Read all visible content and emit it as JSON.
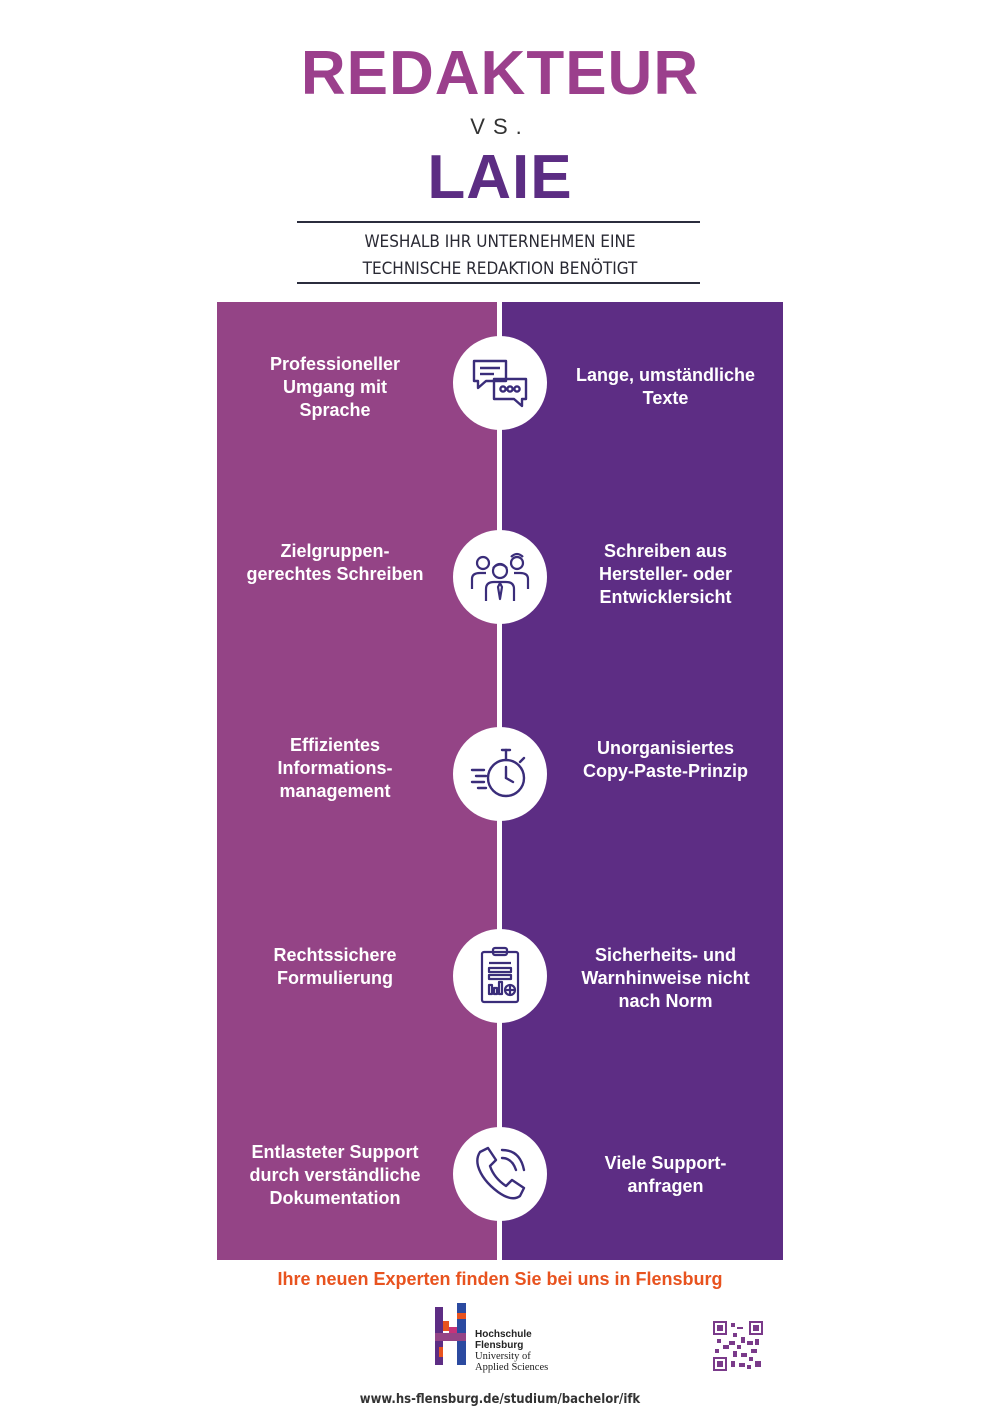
{
  "header": {
    "title": "REDAKTEUR",
    "vs": "VS.",
    "subtitle_title": "LAIE",
    "tagline_line1": "WESHALB IHR UNTERNEHMEN EINE",
    "tagline_line2": "TECHNISCHE REDAKTION BENÖTIGT"
  },
  "colors": {
    "left_column": "#944486",
    "right_column": "#5d2d84",
    "title_color": "#9b3f8c",
    "subtitle_color": "#5c2d83",
    "accent": "#e8531f"
  },
  "rows": [
    {
      "icon": "speech-bubbles-icon",
      "left": [
        "Professioneller",
        "Umgang mit",
        "Sprache"
      ],
      "right": [
        "Lange, umständliche",
        "Texte"
      ]
    },
    {
      "icon": "people-group-icon",
      "left": [
        "Zielgruppen-",
        "gerechtes Schreiben"
      ],
      "right": [
        "Schreiben aus",
        "Hersteller- oder",
        "Entwicklersicht"
      ]
    },
    {
      "icon": "stopwatch-icon",
      "left": [
        "Effizientes",
        "Informations-",
        "management"
      ],
      "right": [
        "Unorganisiertes",
        "Copy-Paste-Prinzip"
      ]
    },
    {
      "icon": "clipboard-report-icon",
      "left": [
        "Rechtssichere",
        "Formulierung"
      ],
      "right": [
        "Sicherheits- und",
        "Warnhinweise nicht",
        "nach Norm"
      ]
    },
    {
      "icon": "phone-icon",
      "left": [
        "Entlasteter Support",
        "durch verständliche",
        "Dokumentation"
      ],
      "right": [
        "Viele Support-",
        "anfragen"
      ]
    }
  ],
  "footer": {
    "slogan": "Ihre neuen Experten finden Sie bei uns in Flensburg",
    "logo_line1": "Hochschule",
    "logo_line2": "Flensburg",
    "logo_line3": "University of",
    "logo_line4": "Applied Sciences",
    "url": "www.hs-flensburg.de/studium/bachelor/ifk"
  }
}
